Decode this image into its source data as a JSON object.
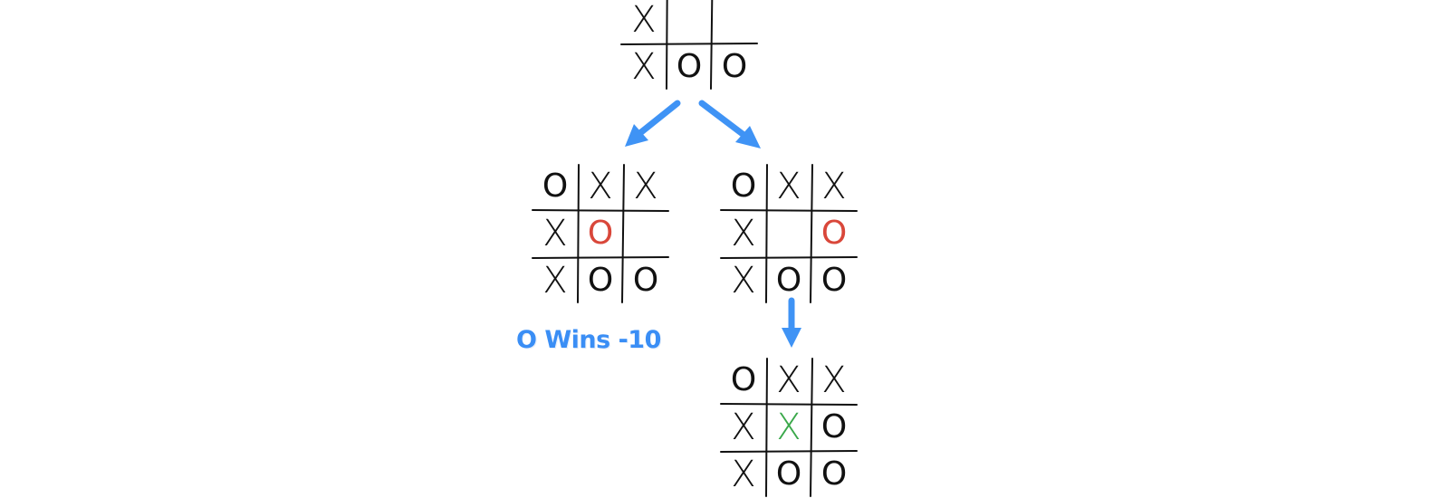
{
  "colors": {
    "mark": "#111111",
    "highlight_o": "#d9473a",
    "highlight_x": "#3aa84a",
    "arrow": "#3f93f5",
    "label": "#3a8ef5"
  },
  "boards": [
    {
      "id": "root",
      "cells": [
        "",
        "",
        "",
        "X",
        "",
        "",
        "X",
        "O",
        "O"
      ],
      "highlight": -1
    },
    {
      "id": "left",
      "cells": [
        "O",
        "X",
        "X",
        "X",
        "O",
        "",
        "X",
        "O",
        "O"
      ],
      "highlight": 4
    },
    {
      "id": "right",
      "cells": [
        "O",
        "X",
        "X",
        "X",
        "",
        "O",
        "X",
        "O",
        "O"
      ],
      "highlight": 5
    },
    {
      "id": "bottom",
      "cells": [
        "O",
        "X",
        "X",
        "X",
        "X",
        "O",
        "X",
        "O",
        "O"
      ],
      "highlight": 4
    }
  ],
  "result_label": "O Wins -10"
}
